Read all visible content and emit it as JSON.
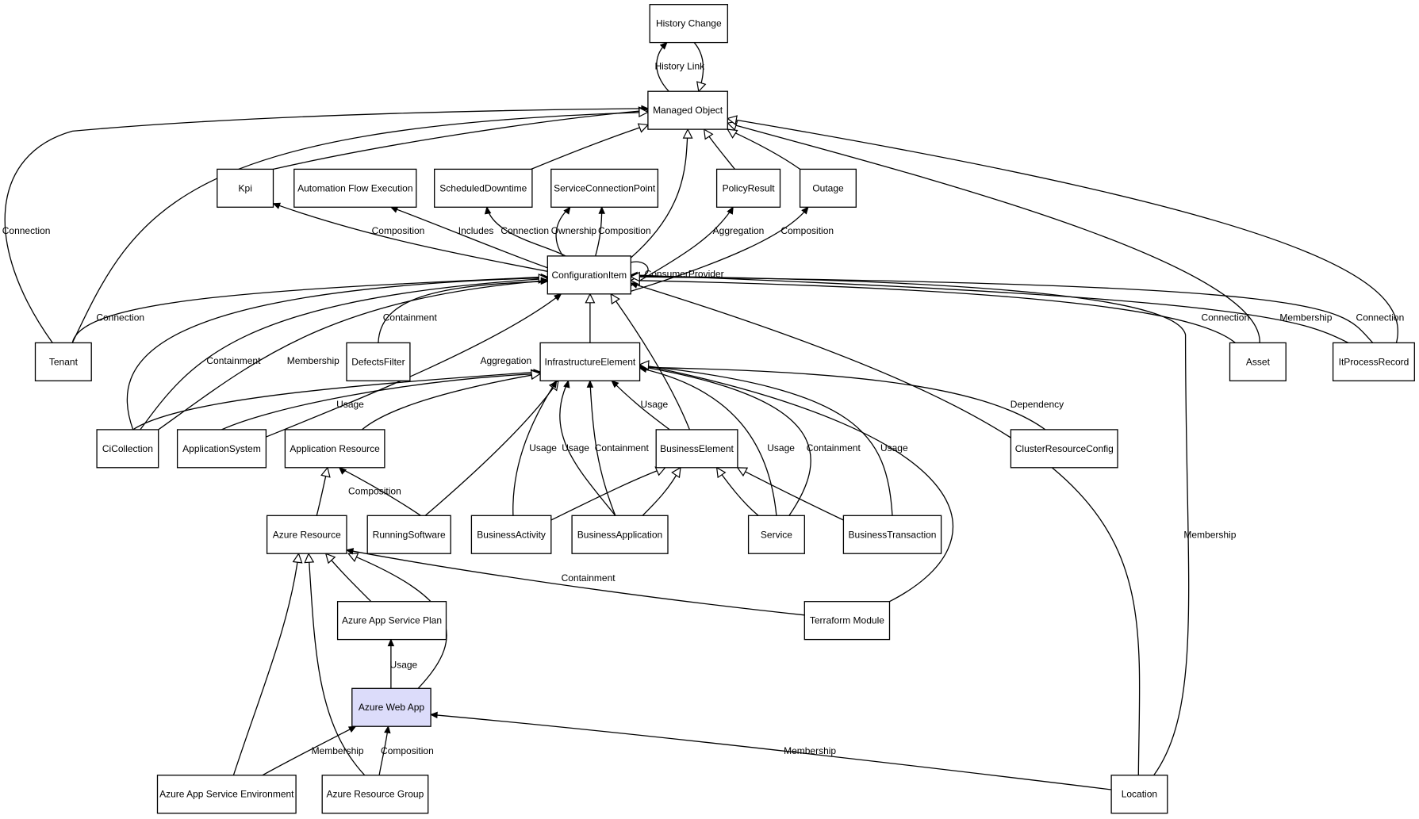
{
  "focus_node": "Azure Web App",
  "nodes": [
    {
      "id": "HC",
      "label": "History Change"
    },
    {
      "id": "MO",
      "label": "Managed Object"
    },
    {
      "id": "KPI",
      "label": "Kpi"
    },
    {
      "id": "AFE",
      "label": "Automation Flow Execution"
    },
    {
      "id": "SD",
      "label": "ScheduledDowntime"
    },
    {
      "id": "SCP",
      "label": "ServiceConnectionPoint"
    },
    {
      "id": "PR",
      "label": "PolicyResult"
    },
    {
      "id": "OUT",
      "label": "Outage"
    },
    {
      "id": "CI",
      "label": "ConfigurationItem"
    },
    {
      "id": "TEN",
      "label": "Tenant"
    },
    {
      "id": "DF",
      "label": "DefectsFilter"
    },
    {
      "id": "IE",
      "label": "InfrastructureElement"
    },
    {
      "id": "AST",
      "label": "Asset"
    },
    {
      "id": "ITPR",
      "label": "ItProcessRecord"
    },
    {
      "id": "CIC",
      "label": "CiCollection"
    },
    {
      "id": "AS",
      "label": "ApplicationSystem"
    },
    {
      "id": "AR",
      "label": "Application Resource"
    },
    {
      "id": "BE",
      "label": "BusinessElement"
    },
    {
      "id": "CRC",
      "label": "ClusterResourceConfig"
    },
    {
      "id": "AZR",
      "label": "Azure Resource"
    },
    {
      "id": "RS",
      "label": "RunningSoftware"
    },
    {
      "id": "BAC",
      "label": "BusinessActivity"
    },
    {
      "id": "BAP",
      "label": "BusinessApplication"
    },
    {
      "id": "SVC",
      "label": "Service"
    },
    {
      "id": "BT",
      "label": "BusinessTransaction"
    },
    {
      "id": "ASP",
      "label": "Azure App Service Plan"
    },
    {
      "id": "TM",
      "label": "Terraform Module"
    },
    {
      "id": "AWA",
      "label": "Azure Web App"
    },
    {
      "id": "ASE",
      "label": "Azure App Service Environment"
    },
    {
      "id": "ARG",
      "label": "Azure Resource Group"
    },
    {
      "id": "LOC",
      "label": "Location"
    }
  ],
  "edges": [
    {
      "from": "MO",
      "to": "HC",
      "label": "History Link",
      "arrow": "filled"
    },
    {
      "from": "HC",
      "to": "MO",
      "label": "",
      "arrow": "open"
    },
    {
      "from": "KPI",
      "to": "MO",
      "label": "",
      "arrow": "open"
    },
    {
      "from": "SD",
      "to": "MO",
      "label": "",
      "arrow": "open"
    },
    {
      "from": "PR",
      "to": "MO",
      "label": "",
      "arrow": "open"
    },
    {
      "from": "OUT",
      "to": "MO",
      "label": "",
      "arrow": "open"
    },
    {
      "from": "AST",
      "to": "MO",
      "label": "",
      "arrow": "open"
    },
    {
      "from": "ITPR",
      "to": "MO",
      "label": "",
      "arrow": "open"
    },
    {
      "from": "CI",
      "to": "MO",
      "label": "",
      "arrow": "open"
    },
    {
      "from": "TEN",
      "to": "MO",
      "label": "Connection",
      "arrow": "filled"
    },
    {
      "from": "TEN",
      "to": "MO",
      "label": "",
      "arrow": "open"
    },
    {
      "from": "CI",
      "to": "KPI",
      "label": "Composition",
      "arrow": "filled"
    },
    {
      "from": "CI",
      "to": "AFE",
      "label": "Includes",
      "arrow": "filled"
    },
    {
      "from": "CI",
      "to": "SD",
      "label": "Connection",
      "arrow": "filled"
    },
    {
      "from": "CI",
      "to": "SCP",
      "label": "Ownership",
      "arrow": "filled"
    },
    {
      "from": "CI",
      "to": "SCP",
      "label": "Composition",
      "arrow": "filled"
    },
    {
      "from": "CI",
      "to": "PR",
      "label": "Aggregation",
      "arrow": "filled"
    },
    {
      "from": "CI",
      "to": "OUT",
      "label": "Composition",
      "arrow": "filled"
    },
    {
      "from": "CI",
      "to": "CI",
      "label": "ConsumerProvider",
      "arrow": "filled"
    },
    {
      "from": "TEN",
      "to": "CI",
      "label": "Connection",
      "arrow": "filled"
    },
    {
      "from": "CIC",
      "to": "CI",
      "label": "Containment",
      "arrow": "filled"
    },
    {
      "from": "CIC",
      "to": "CI",
      "label": "",
      "arrow": "open"
    },
    {
      "from": "CIC",
      "to": "CI",
      "label": "Membership",
      "arrow": "filled"
    },
    {
      "from": "DF",
      "to": "CI",
      "label": "Containment",
      "arrow": "filled"
    },
    {
      "from": "IE",
      "to": "CI",
      "label": "",
      "arrow": "open"
    },
    {
      "from": "AS",
      "to": "CI",
      "label": "Aggregation",
      "arrow": "filled"
    },
    {
      "from": "BE",
      "to": "CI",
      "label": "",
      "arrow": "open"
    },
    {
      "from": "LOC",
      "to": "CI",
      "label": "",
      "arrow": "filled"
    },
    {
      "from": "LOC",
      "to": "CI",
      "label": "Membership",
      "arrow": "filled"
    },
    {
      "from": "AST",
      "to": "CI",
      "label": "Connection",
      "arrow": "open"
    },
    {
      "from": "ITPR",
      "to": "CI",
      "label": "Membership",
      "arrow": "filled"
    },
    {
      "from": "ITPR",
      "to": "CI",
      "label": "Connection",
      "arrow": "open"
    },
    {
      "from": "CIC",
      "to": "IE",
      "label": "Usage",
      "arrow": "filled"
    },
    {
      "from": "AS",
      "to": "IE",
      "label": "",
      "arrow": "open"
    },
    {
      "from": "AR",
      "to": "IE",
      "label": "",
      "arrow": "open"
    },
    {
      "from": "RS",
      "to": "IE",
      "label": "",
      "arrow": "open"
    },
    {
      "from": "BAC",
      "to": "IE",
      "label": "Usage",
      "arrow": "filled"
    },
    {
      "from": "BAP",
      "to": "IE",
      "label": "Usage",
      "arrow": "filled"
    },
    {
      "from": "BAP",
      "to": "IE",
      "label": "Containment",
      "arrow": "filled"
    },
    {
      "from": "BE",
      "to": "IE",
      "label": "Usage",
      "arrow": "filled"
    },
    {
      "from": "SVC",
      "to": "IE",
      "label": "Usage",
      "arrow": "filled"
    },
    {
      "from": "SVC",
      "to": "IE",
      "label": "Containment",
      "arrow": "filled"
    },
    {
      "from": "BT",
      "to": "IE",
      "label": "Usage",
      "arrow": "filled"
    },
    {
      "from": "CRC",
      "to": "IE",
      "label": "Dependency",
      "arrow": "filled"
    },
    {
      "from": "TM",
      "to": "IE",
      "label": "",
      "arrow": "open"
    },
    {
      "from": "AZR",
      "to": "AR",
      "label": "",
      "arrow": "open"
    },
    {
      "from": "RS",
      "to": "AR",
      "label": "Composition",
      "arrow": "filled"
    },
    {
      "from": "BAC",
      "to": "BE",
      "label": "",
      "arrow": "open"
    },
    {
      "from": "BAP",
      "to": "BE",
      "label": "",
      "arrow": "open"
    },
    {
      "from": "SVC",
      "to": "BE",
      "label": "",
      "arrow": "open"
    },
    {
      "from": "BT",
      "to": "BE",
      "label": "",
      "arrow": "open"
    },
    {
      "from": "ASP",
      "to": "AZR",
      "label": "",
      "arrow": "open"
    },
    {
      "from": "AWA",
      "to": "AZR",
      "label": "",
      "arrow": "open"
    },
    {
      "from": "ASE",
      "to": "AZR",
      "label": "",
      "arrow": "open"
    },
    {
      "from": "ARG",
      "to": "AZR",
      "label": "",
      "arrow": "open"
    },
    {
      "from": "TM",
      "to": "AZR",
      "label": "Containment",
      "arrow": "filled"
    },
    {
      "from": "AWA",
      "to": "ASP",
      "label": "Usage",
      "arrow": "filled"
    },
    {
      "from": "ASE",
      "to": "AWA",
      "label": "Membership",
      "arrow": "filled"
    },
    {
      "from": "ARG",
      "to": "AWA",
      "label": "Composition",
      "arrow": "filled"
    },
    {
      "from": "LOC",
      "to": "AWA",
      "label": "Membership",
      "arrow": "filled"
    }
  ]
}
